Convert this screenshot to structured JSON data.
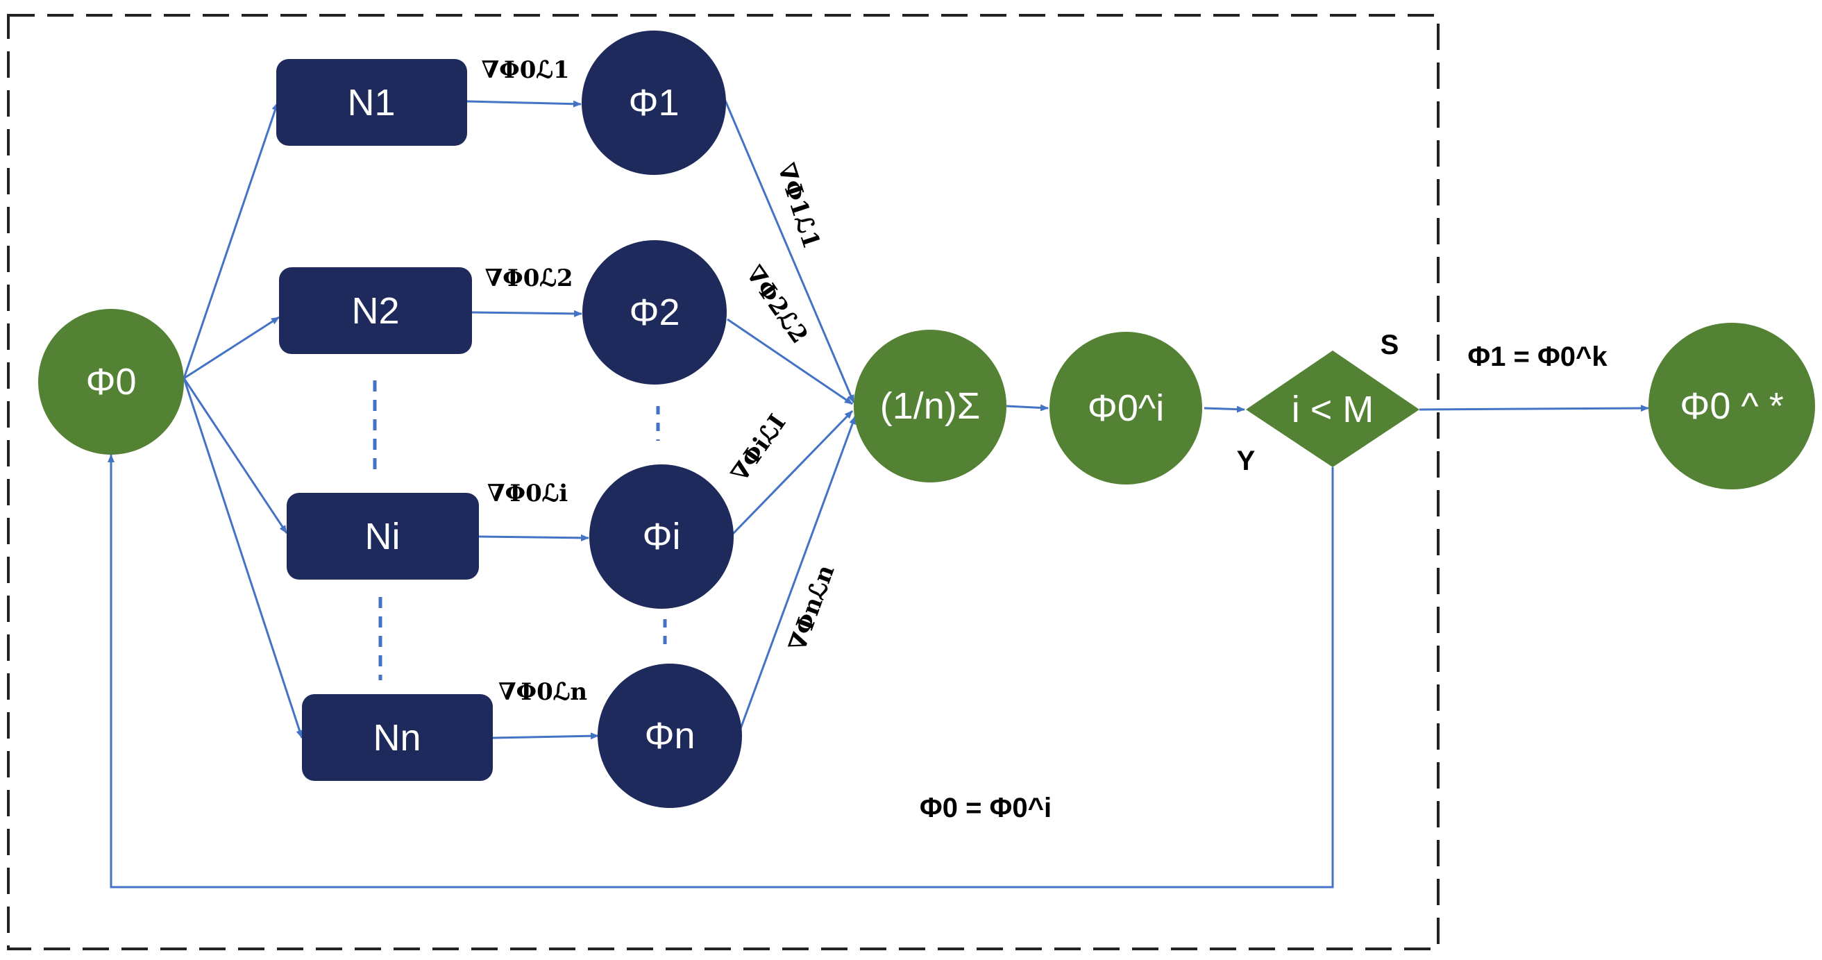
{
  "nodes": {
    "phi0": "Φ0",
    "n1": "N1",
    "n2": "N2",
    "ni": "Ni",
    "nn": "Nn",
    "phi1": "Φ1",
    "phi2": "Φ2",
    "phii": "Φi",
    "phin": "Φn",
    "avg": "(1/n)Σ",
    "phi0i": "Φ0^i",
    "decision": "i < M",
    "phi0star": "Φ0 ^ *"
  },
  "edge_labels": {
    "g01": "∇Φ0ℒ1",
    "g02": "∇Φ0ℒ2",
    "g0i": "∇Φ0ℒi",
    "g0n": "∇Φ0ℒn",
    "g11": "∇Φ1ℒ1",
    "g22": "∇Φ2ℒ2",
    "gii": "∇ΦiℒI",
    "gnn": "∇Φnℒn"
  },
  "annotations": {
    "s": "S",
    "y": "Y",
    "success_formula": "Φ1 = Φ0^k",
    "loop_formula": "Φ0 = Φ0^i"
  },
  "colors": {
    "green": "#548235",
    "navy": "#1f2a5c",
    "arrow": "#4472c4"
  }
}
